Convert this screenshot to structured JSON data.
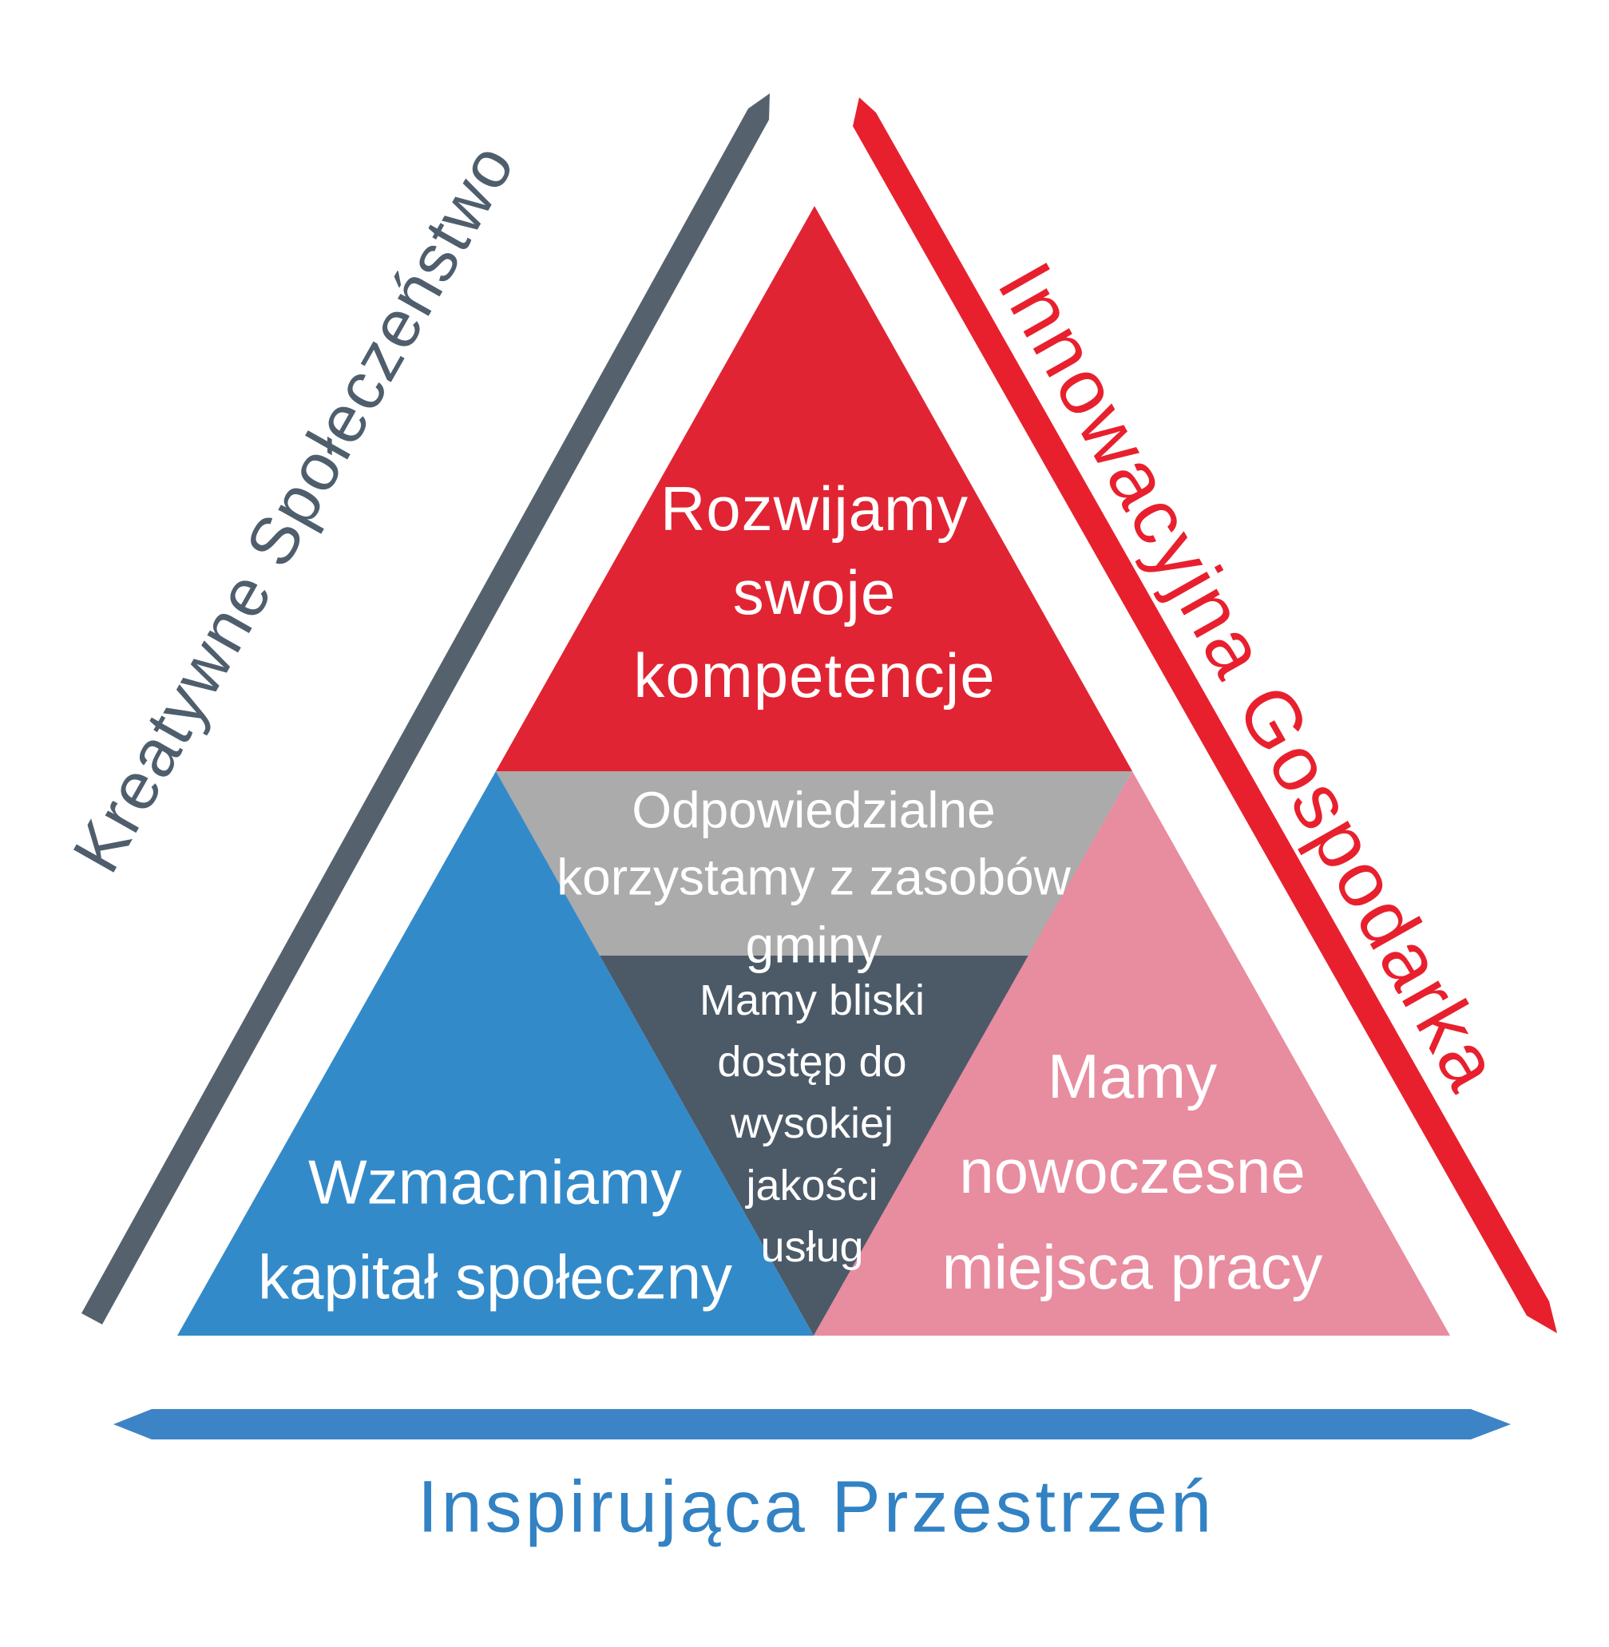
{
  "axes": {
    "left_label": "Kreatywne Społeczeństwo",
    "right_label": "Innowacyjna Gospodarka",
    "bottom_label": "Inspirująca Przestrzeń"
  },
  "segments": {
    "top": {
      "label": "Rozwijamy\nswoje\nkompetencje"
    },
    "middle": {
      "label": "Odpowiedzialne\nkorzystamy z zasobów\ngminy"
    },
    "center": {
      "label": "Mamy bliski\ndostęp do\nwysokiej\njakości\nusług"
    },
    "left": {
      "label": "Wzmacniamy\nkapitał społeczny"
    },
    "right": {
      "label": "Mamy\nnowoczesne\nmiejsca pracy"
    }
  },
  "colors": {
    "top_triangle_red": "#e12433",
    "left_triangle_blue": "#338ac9",
    "right_triangle_pink": "#e88c9f",
    "middle_band_gray": "#ababab",
    "center_triangle_dark": "#4c5a68",
    "left_axis_line": "#55626e",
    "right_axis_line": "#e8202e",
    "bottom_axis_arrow": "#3c84c5",
    "left_axis_text": "#4f5e6c",
    "right_axis_text": "#e8202e",
    "bottom_axis_text": "#3282c4",
    "segment_text": "#ffffff"
  }
}
